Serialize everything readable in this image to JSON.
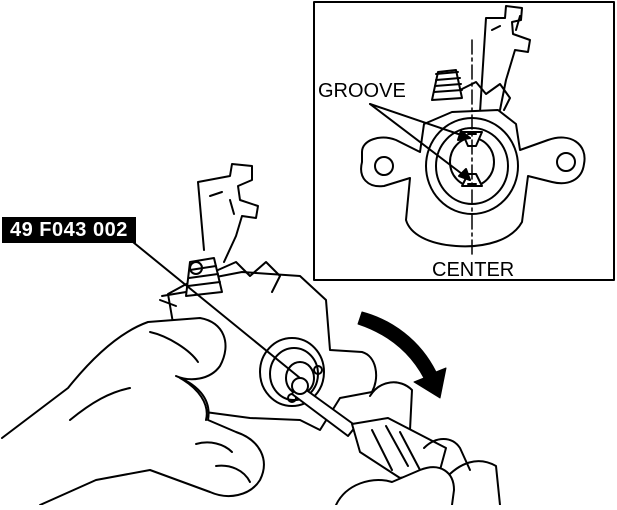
{
  "tool_label": "49 F043 002",
  "inset": {
    "groove_label": "GROOVE",
    "center_label": "CENTER"
  }
}
